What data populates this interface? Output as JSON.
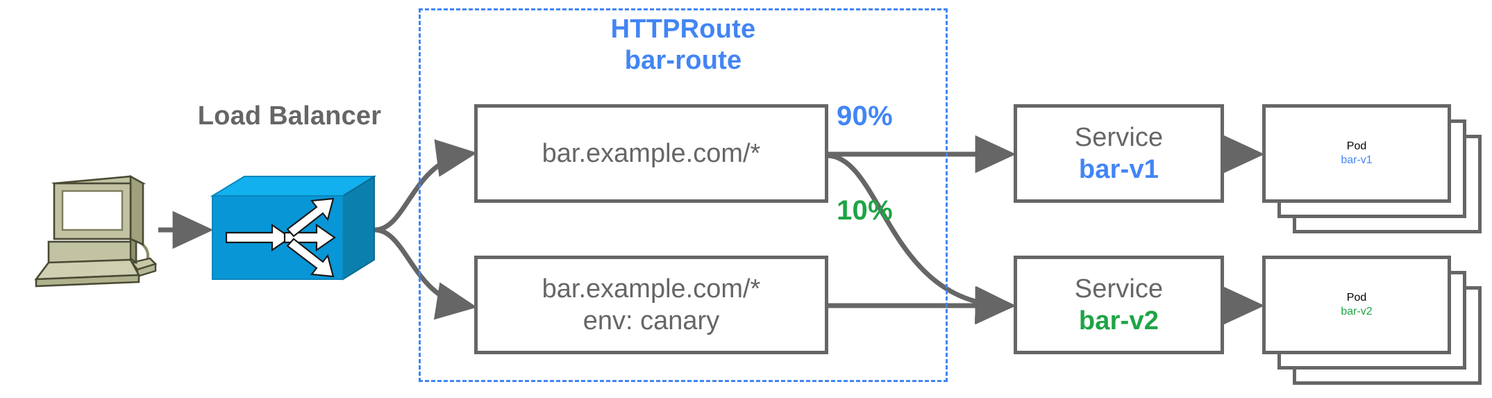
{
  "diagram": {
    "title": "HTTPRoute canary traffic split",
    "colors": {
      "blue": "#4285F4",
      "green": "#1EA446",
      "gray": "#666666",
      "lb_box": "#0896D7",
      "computer": "#A6A881"
    }
  },
  "client": {
    "icon": "desktop-computer-icon"
  },
  "load_balancer": {
    "label": "Load Balancer",
    "icon": "load-balancer-router-icon"
  },
  "route_group": {
    "kind": "HTTPRoute",
    "name": "bar-route",
    "rules": [
      {
        "id": "rule-primary",
        "line1": "bar.example.com/*",
        "line2": ""
      },
      {
        "id": "rule-canary",
        "line1": "bar.example.com/*",
        "line2": "env: canary"
      }
    ]
  },
  "weights": [
    {
      "id": "weight-90",
      "value": "90%",
      "color": "#4285F4"
    },
    {
      "id": "weight-10",
      "value": "10%",
      "color": "#1EA446"
    }
  ],
  "services": [
    {
      "id": "service-bar-v1",
      "kind": "Service",
      "name": "bar-v1",
      "color": "#4285F4"
    },
    {
      "id": "service-bar-v2",
      "kind": "Service",
      "name": "bar-v2",
      "color": "#1EA446"
    }
  ],
  "pods": [
    {
      "id": "pod-bar-v1",
      "kind": "Pod",
      "name": "bar-v1",
      "color": "#4285F4",
      "replicas": 3
    },
    {
      "id": "pod-bar-v2",
      "kind": "Pod",
      "name": "bar-v2",
      "color": "#1EA446",
      "replicas": 3
    }
  ],
  "edges": [
    {
      "id": "edge-client-to-lb",
      "from": "client",
      "to": "load-balancer",
      "label": ""
    },
    {
      "id": "edge-lb-to-rule-primary",
      "from": "load-balancer",
      "to": "rule-primary",
      "label": ""
    },
    {
      "id": "edge-lb-to-rule-canary",
      "from": "load-balancer",
      "to": "rule-canary",
      "label": ""
    },
    {
      "id": "edge-primary-to-v1",
      "from": "rule-primary",
      "to": "service-bar-v1",
      "label": "90%"
    },
    {
      "id": "edge-primary-to-v2",
      "from": "rule-primary",
      "to": "service-bar-v2",
      "label": "10%"
    },
    {
      "id": "edge-canary-to-v2",
      "from": "rule-canary",
      "to": "service-bar-v2",
      "label": ""
    },
    {
      "id": "edge-v1-service-to-pod",
      "from": "service-bar-v1",
      "to": "pod-bar-v1",
      "label": ""
    },
    {
      "id": "edge-v2-service-to-pod",
      "from": "service-bar-v2",
      "to": "pod-bar-v2",
      "label": ""
    }
  ]
}
